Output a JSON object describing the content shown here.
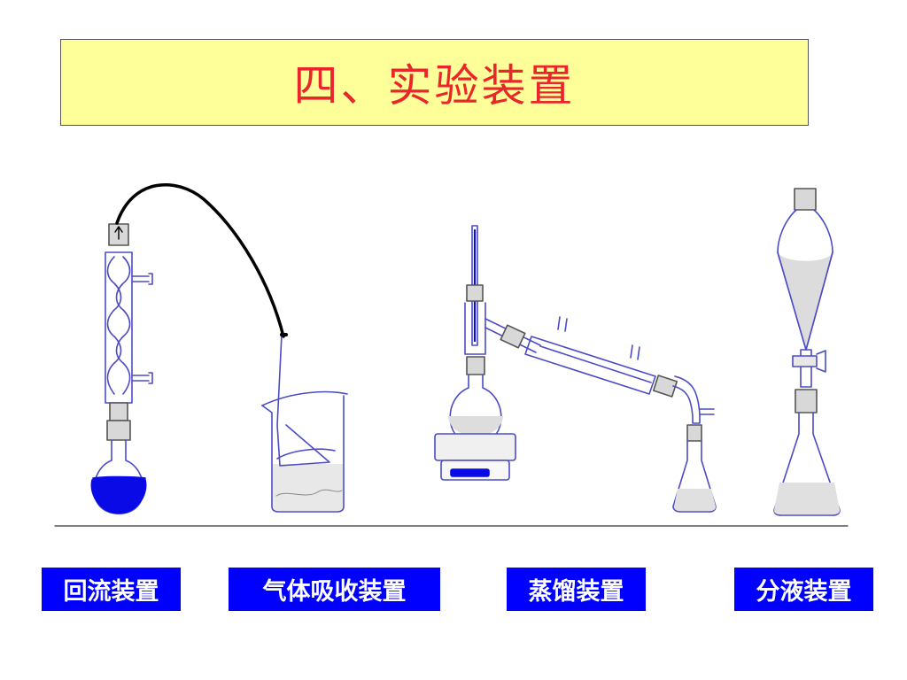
{
  "title": "四、实验装置",
  "colors": {
    "title_background": "#ffff99",
    "title_text": "#e8262b",
    "label_background": "#0000ff",
    "label_text": "#ffffff",
    "glassware_stroke": "#4b4bc8",
    "liquid_blue": "#0a0ae6"
  },
  "labels": {
    "reflux": "回流装置",
    "gas_absorption": "气体吸收装置",
    "distillation": "蒸馏装置",
    "separation": "分液装置"
  }
}
